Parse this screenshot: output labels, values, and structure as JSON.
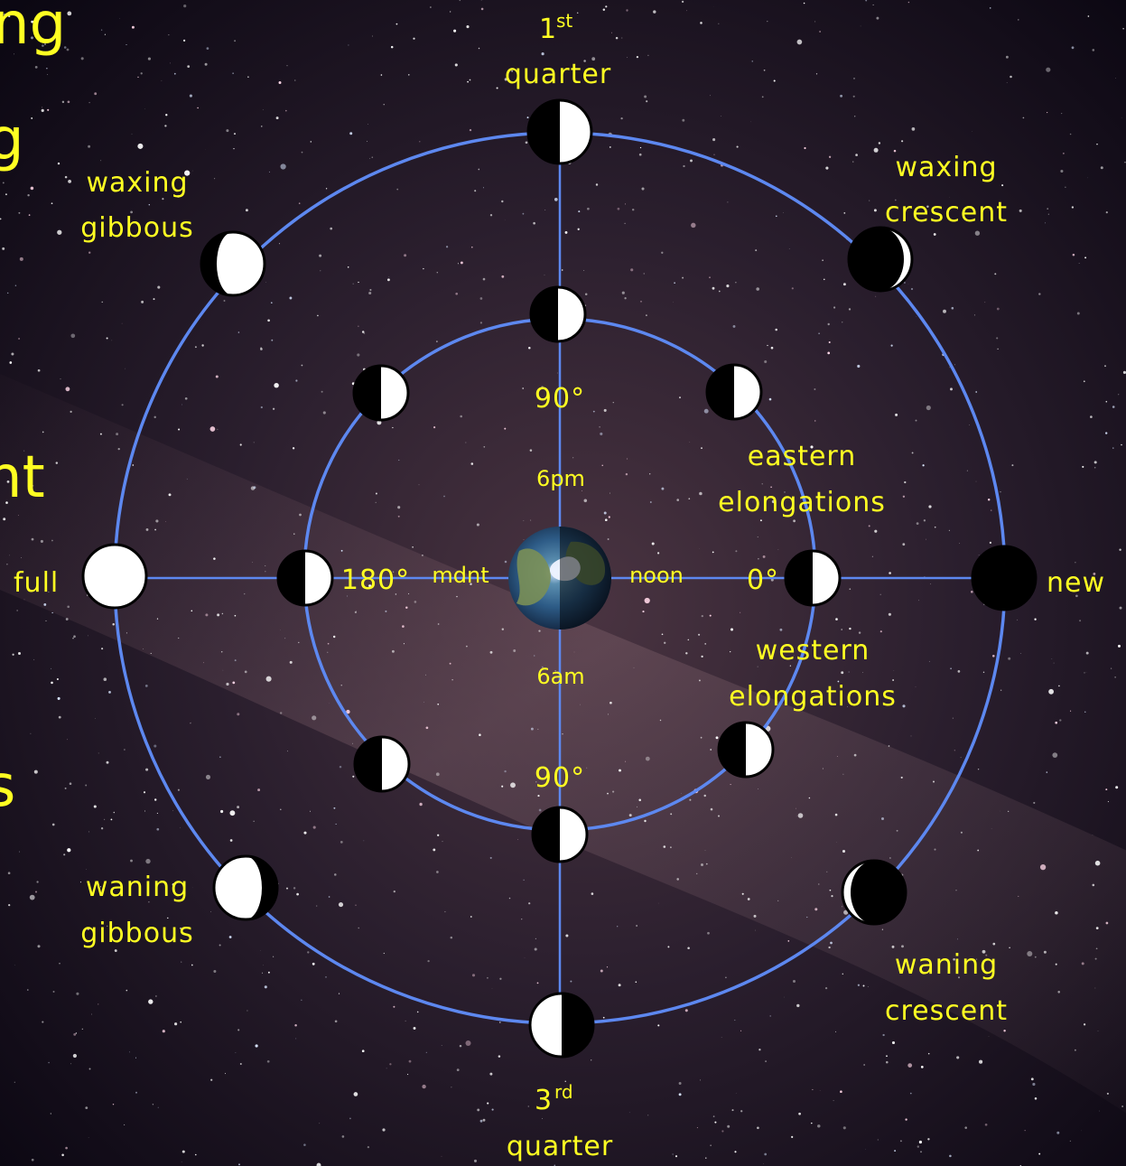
{
  "diagram": {
    "phases": {
      "first_quarter_num": "1",
      "first_quarter_sup": "st",
      "first_quarter_word": "quarter",
      "third_quarter_num": "3",
      "third_quarter_sup": "rd",
      "third_quarter_word": "quarter",
      "waxing_gibbous_1": "waxing",
      "waxing_gibbous_2": "gibbous",
      "waxing_crescent_1": "waxing",
      "waxing_crescent_2": "crescent",
      "waning_gibbous_1": "waning",
      "waning_gibbous_2": "gibbous",
      "waning_crescent_1": "waning",
      "waning_crescent_2": "crescent",
      "full": "full",
      "new": "new"
    },
    "planet_labels": {
      "eastern_1": "eastern",
      "eastern_2": "elongations",
      "western_1": "western",
      "western_2": "elongations",
      "angle_top": "90°",
      "angle_bottom": "90°",
      "angle_left": "180°",
      "angle_right": "0°"
    },
    "time_labels": {
      "top": "6pm",
      "bottom": "6am",
      "left": "mdnt",
      "right": "noon"
    },
    "edge_fragments": [
      "ng",
      "g",
      "nt",
      "s"
    ]
  },
  "colors": {
    "label": "#ffff22",
    "orbit": "#5d88f0",
    "space": "#120c16"
  }
}
